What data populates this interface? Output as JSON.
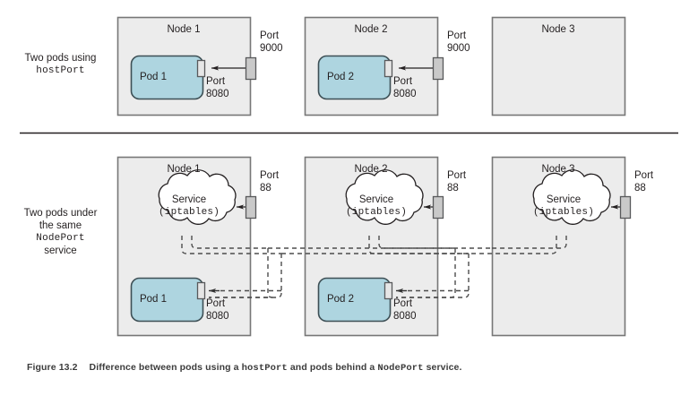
{
  "figure": {
    "number": "Figure 13.2",
    "caption_parts": [
      {
        "text": "Difference between pods using a ",
        "style": "normal"
      },
      {
        "text": "hostPort",
        "style": "mono"
      },
      {
        "text": " and pods behind a ",
        "style": "normal"
      },
      {
        "text": "NodePort",
        "style": "mono"
      },
      {
        "text": " service.",
        "style": "normal"
      }
    ],
    "caption_plain": "Difference between pods using a hostPort and pods behind a NodePort service."
  },
  "colors": {
    "node_fill": "#ececec",
    "node_stroke": "#777777",
    "pod_fill": "#aed5e0",
    "pod_stroke": "#3d4f55",
    "port_fill": "#c9c9c9",
    "port_stroke": "#58595b",
    "cloud_fill": "#ffffff",
    "cloud_stroke": "#231f20",
    "line": "#231f20",
    "dashed": "#4d4d4d",
    "divider": "#231f20",
    "text": "#231f20",
    "caption_text": "#3c3c3c"
  },
  "top_section": {
    "row_label": {
      "line1": "Two pods using",
      "line2": "hostPort",
      "line2_style": "mono"
    },
    "nodes": [
      {
        "title": "Node 1",
        "pod": {
          "label": "Pod 1",
          "port_label_line1": "Port",
          "port_label_line2": "8080"
        },
        "host_port": {
          "label_line1": "Port",
          "label_line2": "9000"
        }
      },
      {
        "title": "Node 2",
        "pod": {
          "label": "Pod 2",
          "port_label_line1": "Port",
          "port_label_line2": "8080"
        },
        "host_port": {
          "label_line1": "Port",
          "label_line2": "9000"
        }
      },
      {
        "title": "Node 3",
        "pod": null,
        "host_port": null
      }
    ]
  },
  "bottom_section": {
    "row_label": {
      "line1": "Two pods under",
      "line2": "the same",
      "line3": "NodePort",
      "line3_style": "mono",
      "line4": "service"
    },
    "nodes": [
      {
        "title": "Node 1",
        "service": {
          "line1": "Service",
          "line2": "(iptables)",
          "line2_style": "mono"
        },
        "pod": {
          "label": "Pod 1",
          "port_label_line1": "Port",
          "port_label_line2": "8080"
        },
        "node_port": {
          "label_line1": "Port",
          "label_line2": "88"
        }
      },
      {
        "title": "Node 2",
        "service": {
          "line1": "Service",
          "line2": "(iptables)",
          "line2_style": "mono"
        },
        "pod": {
          "label": "Pod 2",
          "port_label_line1": "Port",
          "port_label_line2": "8080"
        },
        "node_port": {
          "label_line1": "Port",
          "label_line2": "88"
        }
      },
      {
        "title": "Node 3",
        "service": {
          "line1": "Service",
          "line2": "(iptables)",
          "line2_style": "mono"
        },
        "pod": null,
        "node_port": {
          "label_line1": "Port",
          "label_line2": "88"
        }
      }
    ]
  }
}
